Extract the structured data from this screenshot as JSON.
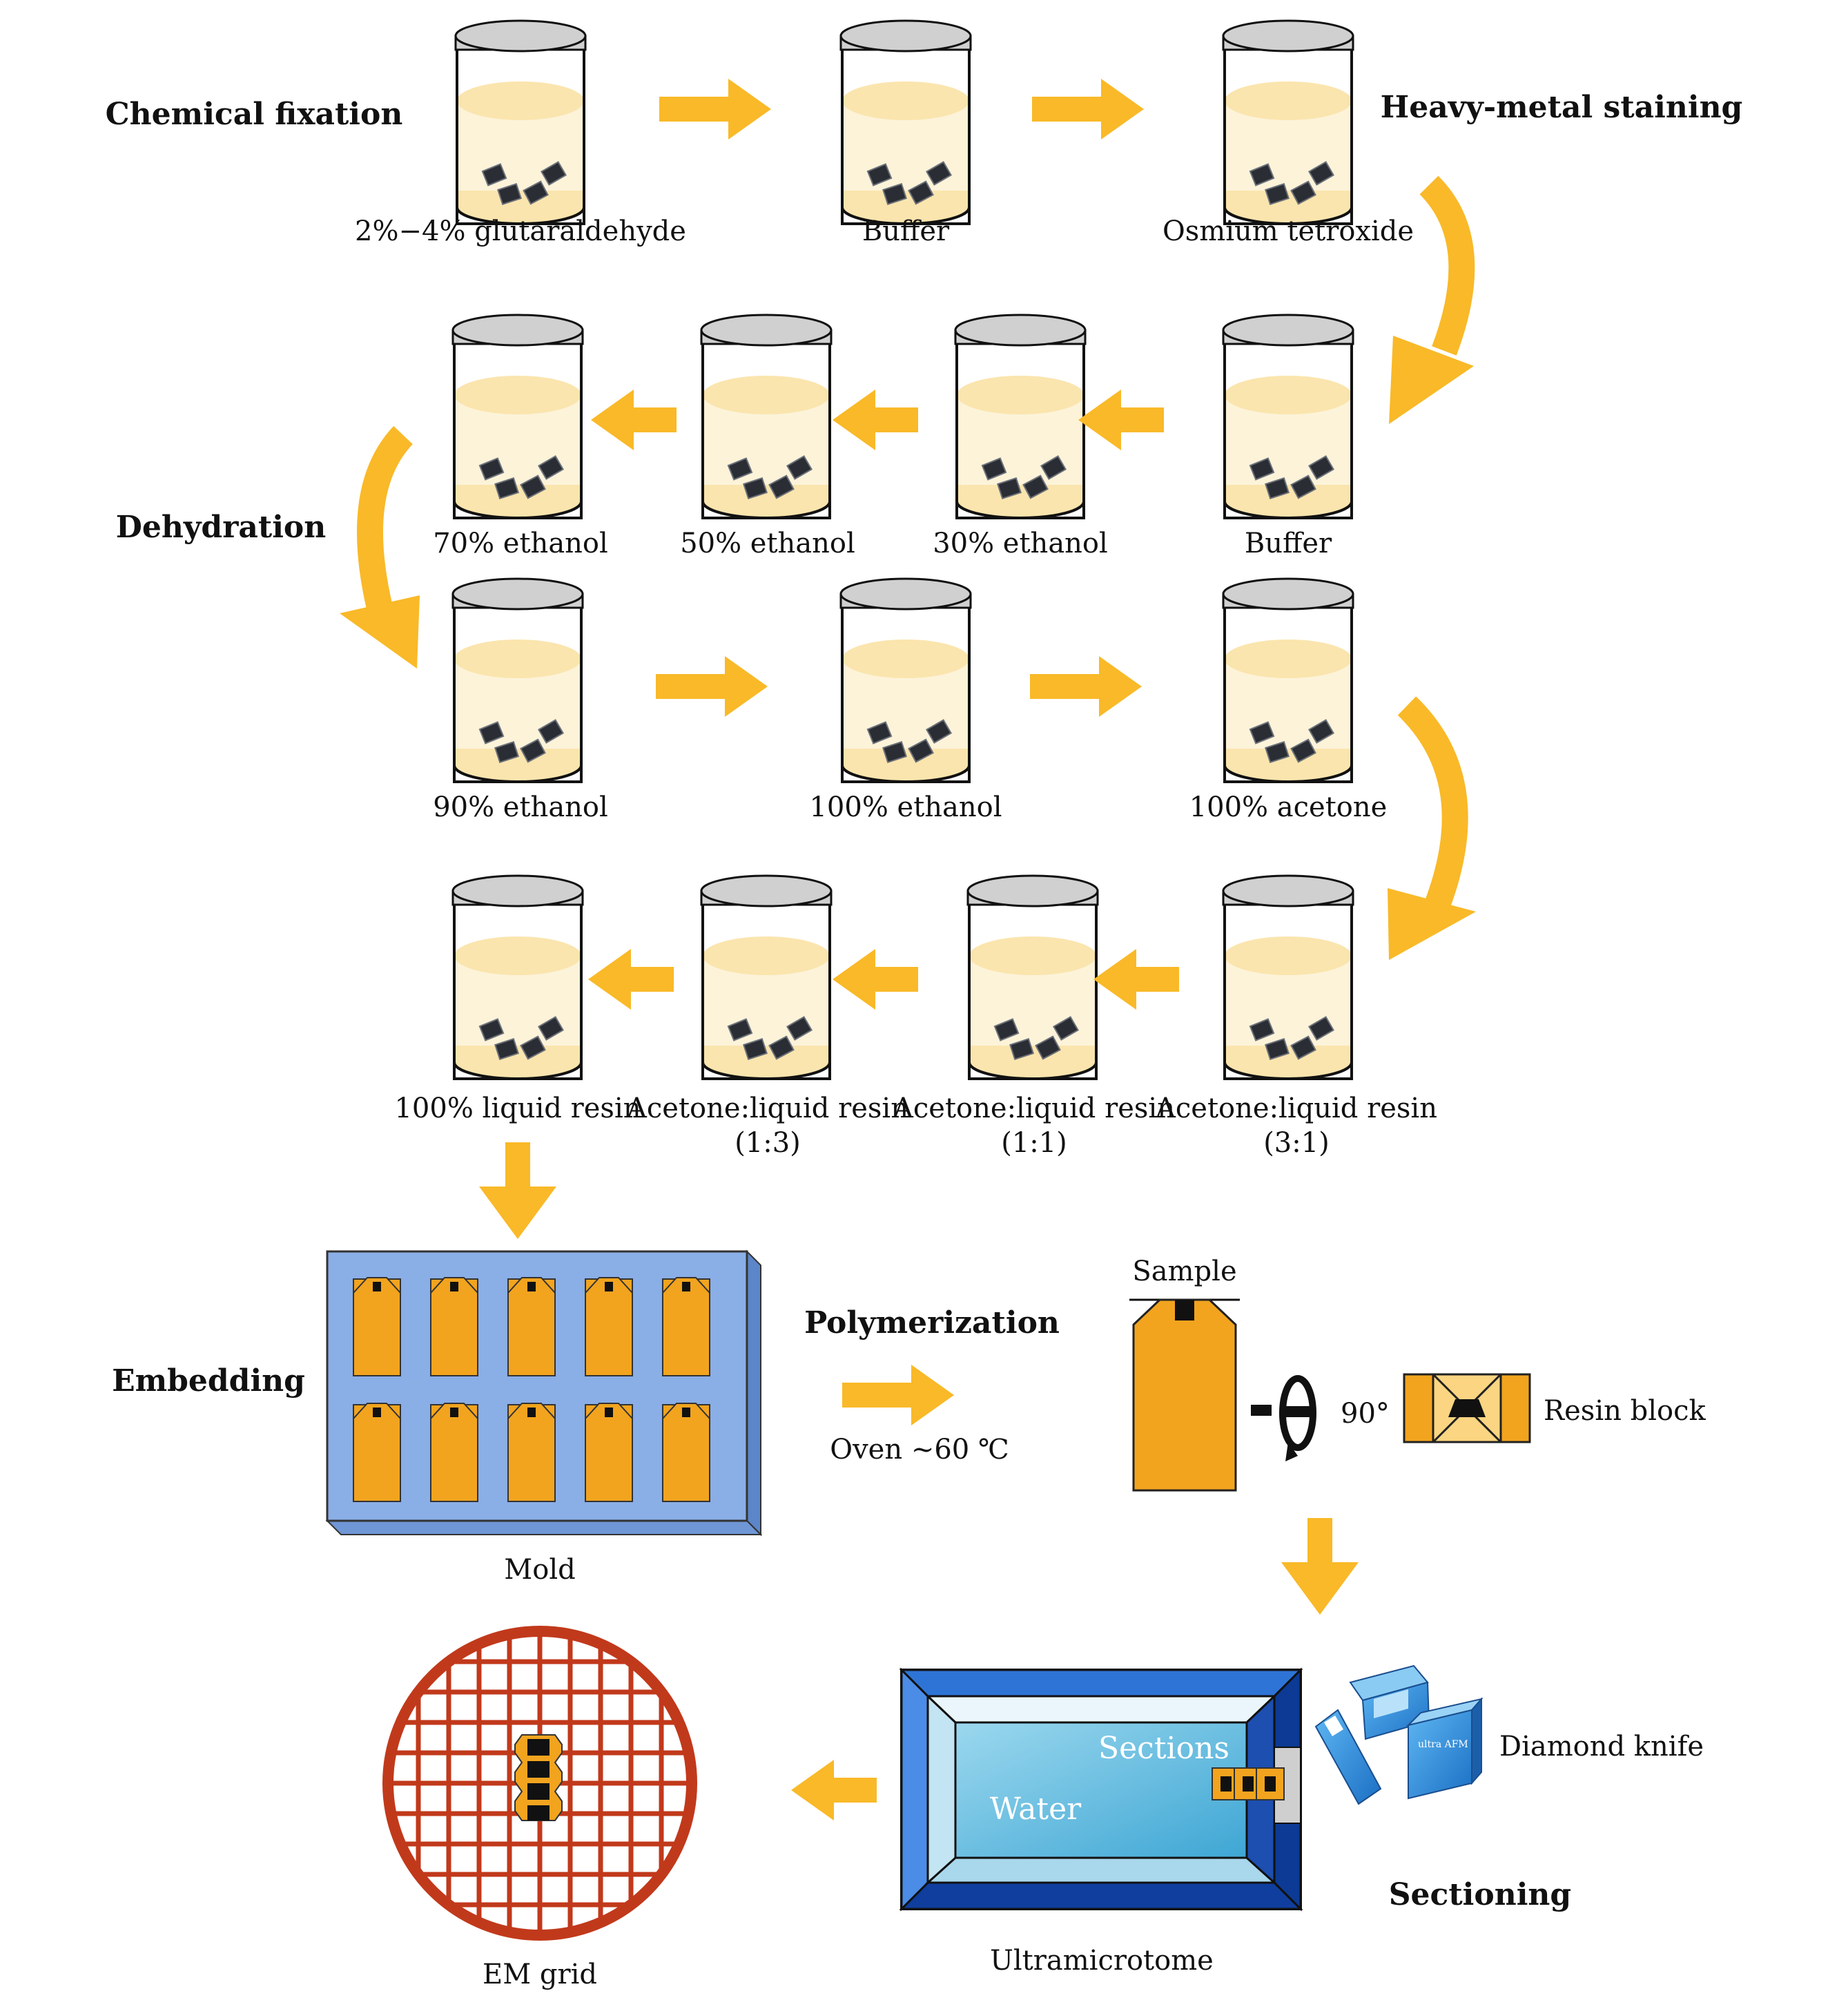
{
  "stages": {
    "chemical_fixation": "Chemical fixation",
    "heavy_metal_staining": "Heavy-metal staining",
    "dehydration": "Dehydration",
    "embedding": "Embedding",
    "polymerization": "Polymerization",
    "sectioning": "Sectioning"
  },
  "jars": {
    "glutaraldehyde": "2%−4% glutaraldehyde",
    "buffer_1": "Buffer",
    "osmium": "Osmium tetroxide",
    "buffer_2": "Buffer",
    "ethanol_30": "30% ethanol",
    "ethanol_50": "50% ethanol",
    "ethanol_70": "70% ethanol",
    "ethanol_90": "90% ethanol",
    "ethanol_100": "100% ethanol",
    "acetone_100": "100% acetone",
    "resin_31": "Acetone:liquid resin",
    "resin_31_ratio": "(3:1)",
    "resin_11": "Acetone:liquid resin",
    "resin_11_ratio": "(1:1)",
    "resin_13": "Acetone:liquid resin",
    "resin_13_ratio": "(1:3)",
    "resin_100": "100% liquid resin"
  },
  "labels": {
    "mold": "Mold",
    "oven": "Oven ~60 ℃",
    "sample": "Sample",
    "rotation": "90°",
    "resin_block": "Resin block",
    "sections": "Sections",
    "water": "Water",
    "ultramicrotome": "Ultramicrotome",
    "diamond_knife": "Diamond knife",
    "em_grid": "EM grid",
    "knife_brand": "ultra AFM"
  },
  "colors": {
    "arrow": "#F9B928",
    "liquid": "#FBE9B7",
    "lid": "#CFCFCF",
    "cube": "#2A2D33",
    "mold_blue": "#8AAEE6",
    "block_orange": "#F2A41F",
    "grid_red": "#C1391B",
    "trough_blue": "#1F56C4"
  }
}
